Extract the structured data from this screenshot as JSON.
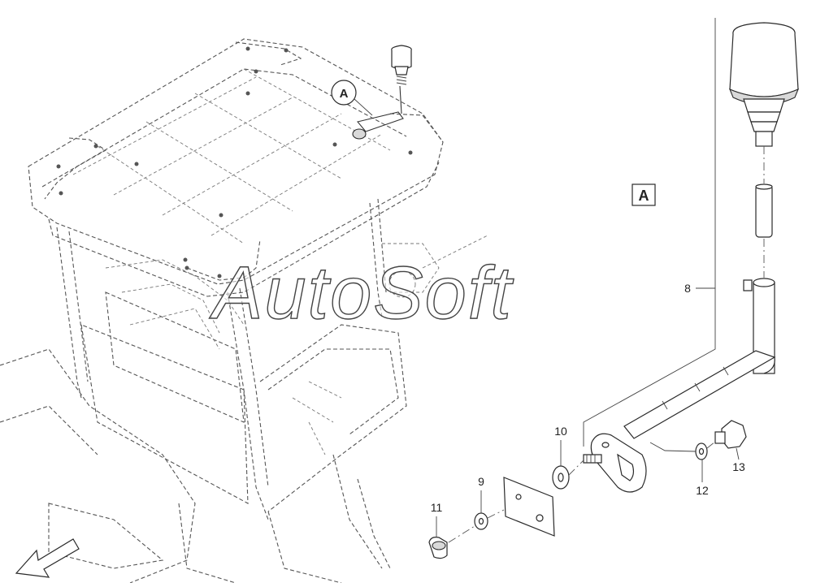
{
  "watermark": "AutoSoft",
  "detail_marker": "A",
  "detail_box": "A",
  "callouts": [
    "8",
    "9",
    "10",
    "11",
    "12",
    "13"
  ]
}
